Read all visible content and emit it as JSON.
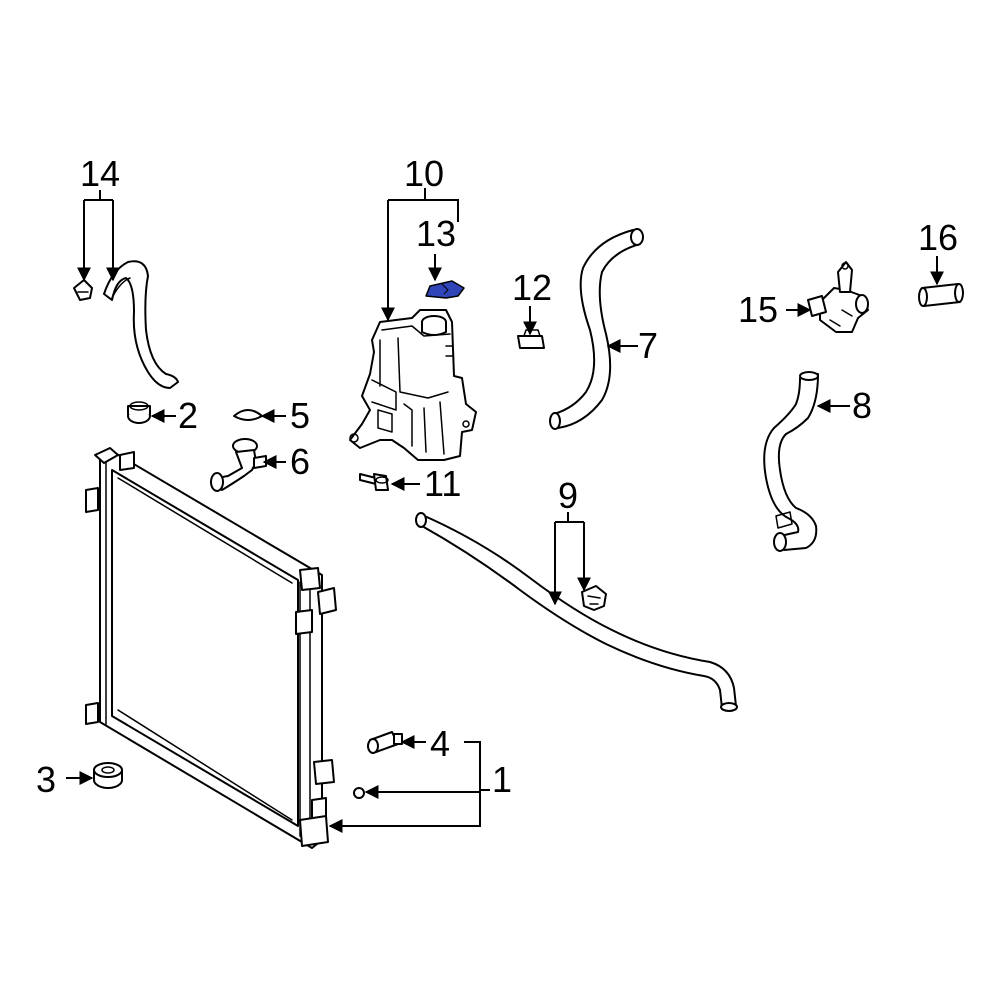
{
  "callouts": {
    "n1": "1",
    "n2": "2",
    "n3": "3",
    "n4": "4",
    "n5": "5",
    "n6": "6",
    "n7": "7",
    "n8": "8",
    "n9": "9",
    "n10": "10",
    "n11": "11",
    "n12": "12",
    "n13": "13",
    "n14": "14",
    "n15": "15",
    "n16": "16"
  },
  "colors": {
    "line": "#000000",
    "highlight": "#2f45b8",
    "background": "#ffffff"
  }
}
